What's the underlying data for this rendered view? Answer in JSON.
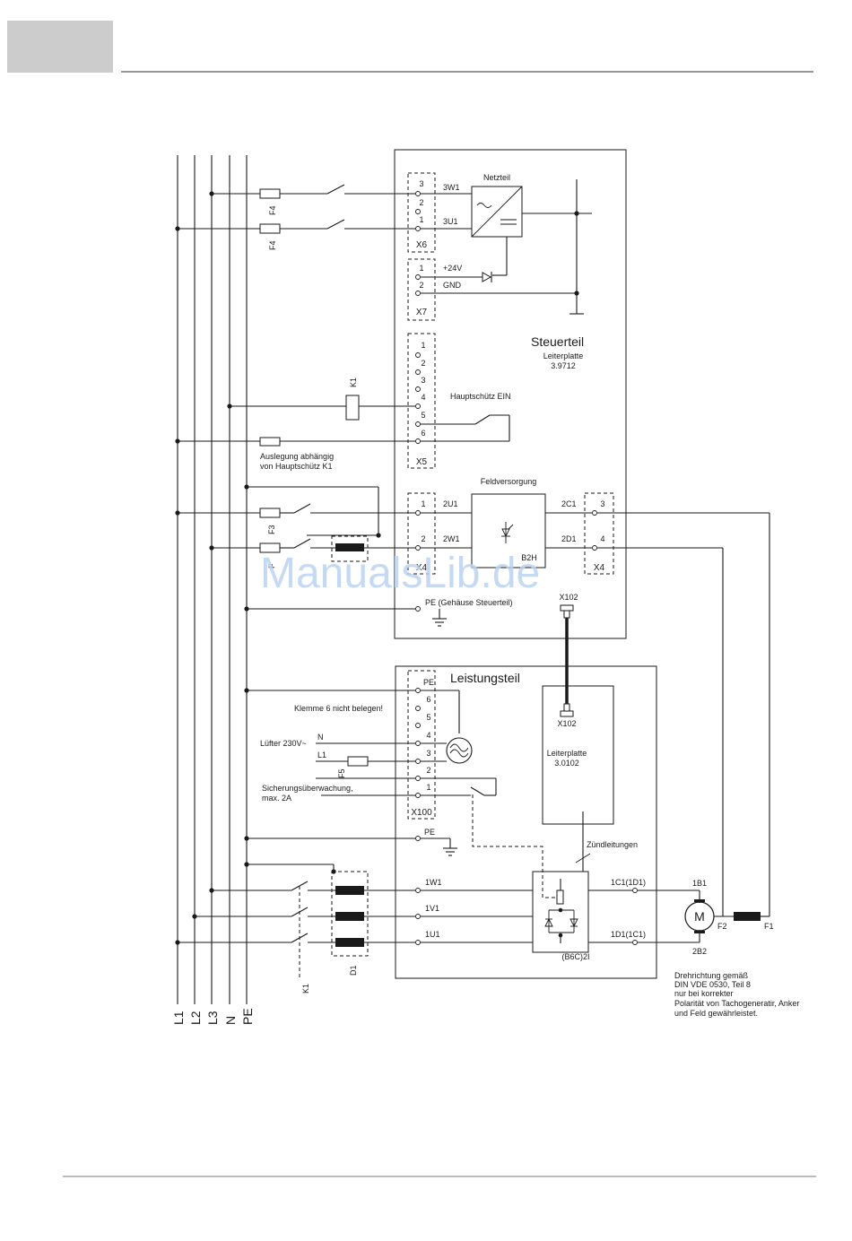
{
  "header": {
    "tab_color": "#cccccc"
  },
  "watermark": "ManualsLib.de",
  "bus_lines": [
    "L1",
    "L2",
    "L3",
    "N",
    "PE"
  ],
  "steuerteil": {
    "title": "Steuerteil",
    "board": "Leiterplatte",
    "board_no": "3.9712",
    "netzteil": "Netzteil",
    "x6": {
      "name": "X6",
      "pins": [
        "3",
        "2",
        "1"
      ],
      "signals": [
        "3W1",
        "3U1"
      ],
      "fuses": [
        "F4",
        "F4"
      ]
    },
    "x7": {
      "name": "X7",
      "pins": [
        "1",
        "2"
      ],
      "signals": [
        "+24V",
        "GND"
      ]
    },
    "x5": {
      "name": "X5",
      "pins": [
        "1",
        "2",
        "3",
        "4",
        "5",
        "6"
      ],
      "contact_label": "Hauptschütz EIN",
      "coil": "K1"
    },
    "auslegung_line1": "Auslegung abhängig",
    "auslegung_line2": "von Hauptschütz K1",
    "feldversorgung": "Feldversorgung",
    "b2h": "B2H",
    "x4_left": {
      "pins": [
        "1",
        "2"
      ],
      "signals": [
        "2U1",
        "2W1"
      ],
      "name_fragment": "X4"
    },
    "x4_right": {
      "name": "X4",
      "pins": [
        "3",
        "4"
      ],
      "signals": [
        "2C1",
        "2D1"
      ]
    },
    "f3": "F3",
    "f3_partial": "F",
    "pe": "PE (Gehäuse Steuerteil)",
    "x102": "X102"
  },
  "leistungsteil": {
    "title": "Leistungsteil",
    "board": "Leiterplatte",
    "board_no": "3.0102",
    "x102": "X102",
    "x100": {
      "name": "X100",
      "pins": [
        "PE",
        "6",
        "5",
        "4",
        "3",
        "2",
        "1"
      ]
    },
    "klemme_note": "Klemme 6 nicht belegen!",
    "luefter": "Lüfter 230V~",
    "n": "N",
    "l1": "L1",
    "f5": "F5",
    "sicherung_line1": "Sicherungsüberwachung,",
    "sicherung_line2": "max. 2A",
    "pe": "PE",
    "zuendleitungen": "Zündleitungen",
    "phases": [
      "1W1",
      "1V1",
      "1U1"
    ],
    "bridge": "(B6C)2I",
    "out_top": "1C1(1D1)",
    "out_bottom": "1D1(1C1)",
    "d1": "D1",
    "k1": "K1"
  },
  "motor": {
    "symbol": "M",
    "top": "1B1",
    "bottom": "2B2",
    "f2": "F2",
    "f1": "F1"
  },
  "note_lines": [
    "Drehrichtung gemäß",
    "DIN VDE 0530, Teil 8",
    "nur bei korrekter",
    "Polarität von Tachogeneratir, Anker",
    "und Feld gewährleistet."
  ]
}
